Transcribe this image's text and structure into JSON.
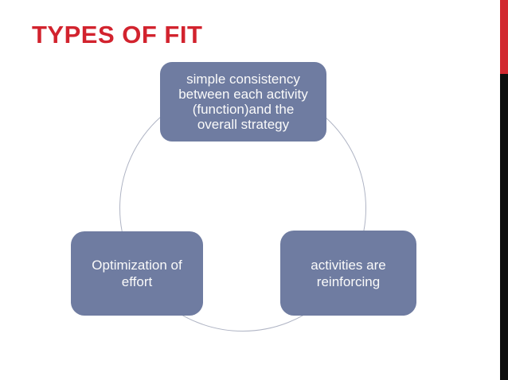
{
  "colors": {
    "slide_bg": "#ffffff",
    "title_red": "#d2232e",
    "accent_red": "#d2282f",
    "bar_black": "#0d0d0d",
    "node_fill": "#6f7ca1",
    "node_text": "#fafafa",
    "circle_stroke": "#afb4c4"
  },
  "slide": {
    "title": "TYPES OF FIT"
  },
  "diagram": {
    "type": "cycle",
    "nodes": {
      "top": {
        "label": "simple consistency\nbetween each activity\n(function)and the\noverall strategy"
      },
      "bottom_right": {
        "label": "activities are\nreinforcing"
      },
      "bottom_left": {
        "label": "Optimization of\neffort"
      }
    }
  }
}
